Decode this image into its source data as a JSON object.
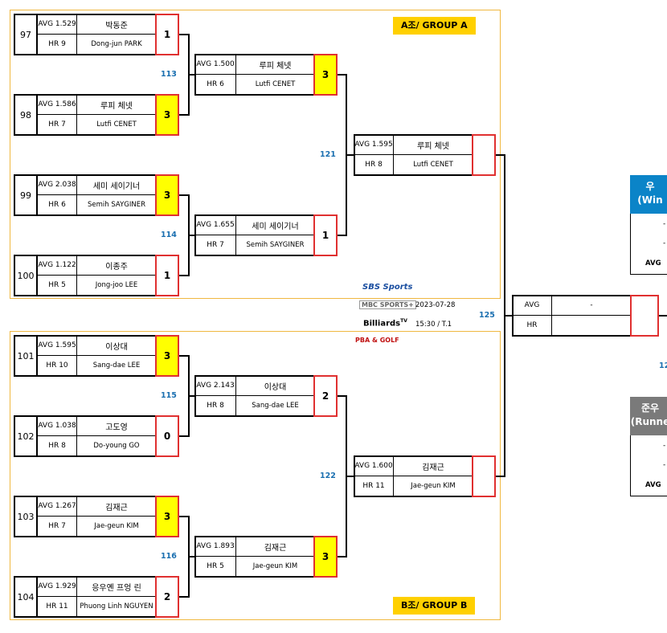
{
  "groups": {
    "a": {
      "label": "A조/ GROUP A"
    },
    "b": {
      "label": "B조/ GROUP B"
    }
  },
  "round1": [
    {
      "num": "97",
      "avg": "AVG 1.529",
      "hr": "HR 9",
      "kor": "박동준",
      "eng": "Dong-jun PARK",
      "score": "1",
      "winner": false
    },
    {
      "num": "98",
      "avg": "AVG 1.586",
      "hr": "HR 7",
      "kor": "루피 체넷",
      "eng": "Lutfi CENET",
      "score": "3",
      "winner": true
    },
    {
      "num": "99",
      "avg": "AVG 2.038",
      "hr": "HR 6",
      "kor": "세미 세이기너",
      "eng": "Semih SAYGINER",
      "score": "3",
      "winner": true
    },
    {
      "num": "100",
      "avg": "AVG 1.122",
      "hr": "HR 5",
      "kor": "이종주",
      "eng": "Jong-joo LEE",
      "score": "1",
      "winner": false
    },
    {
      "num": "101",
      "avg": "AVG 1.595",
      "hr": "HR 10",
      "kor": "이상대",
      "eng": "Sang-dae LEE",
      "score": "3",
      "winner": true
    },
    {
      "num": "102",
      "avg": "AVG 1.038",
      "hr": "HR 8",
      "kor": "고도영",
      "eng": "Do-young GO",
      "score": "0",
      "winner": false
    },
    {
      "num": "103",
      "avg": "AVG 1.267",
      "hr": "HR 7",
      "kor": "김재근",
      "eng": "Jae-geun KIM",
      "score": "3",
      "winner": true
    },
    {
      "num": "104",
      "avg": "AVG 1.929",
      "hr": "HR 11",
      "kor": "응우옌 프엉 린",
      "eng": "Phuong Linh NGUYEN",
      "score": "2",
      "winner": false
    }
  ],
  "round2": [
    {
      "match": "113",
      "avg": "AVG 1.500",
      "hr": "HR 6",
      "kor": "루피 체넷",
      "eng": "Lutfi CENET",
      "score": "3",
      "winner": true
    },
    {
      "match": "114",
      "avg": "AVG 1.655",
      "hr": "HR 7",
      "kor": "세미 세이기너",
      "eng": "Semih SAYGINER",
      "score": "1",
      "winner": false
    },
    {
      "match": "115",
      "avg": "AVG 2.143",
      "hr": "HR 8",
      "kor": "이상대",
      "eng": "Sang-dae LEE",
      "score": "2",
      "winner": false
    },
    {
      "match": "116",
      "avg": "AVG 1.893",
      "hr": "HR 5",
      "kor": "김재근",
      "eng": "Jae-geun KIM",
      "score": "3",
      "winner": true
    }
  ],
  "round3": [
    {
      "match": "121",
      "avg": "AVG 1.595",
      "hr": "HR 8",
      "kor": "루피 체넷",
      "eng": "Lutfi CENET",
      "score": ""
    },
    {
      "match": "122",
      "avg": "AVG 1.600",
      "hr": "HR 11",
      "kor": "김재근",
      "eng": "Jae-geun KIM",
      "score": ""
    }
  ],
  "final": {
    "match": "125",
    "avg_label": "AVG",
    "avg_value": "-",
    "hr_label": "HR",
    "hr_value": ""
  },
  "final_next_match": "12",
  "sponsors": {
    "sbs": "SBS Sports",
    "mbc": "MBC SPORTS+",
    "billiards": "Billiards",
    "billiards_sup": "TV",
    "pba": "PBA & GOLF",
    "date": "2023-07-28",
    "time": "15:30 / T.1"
  },
  "winner_panel": {
    "title_line1": "우",
    "title_line2": "(Win",
    "row1": "-",
    "row2": "-",
    "avg_label": "AVG"
  },
  "runnerup_panel": {
    "title_line1": "준우",
    "title_line2": "(Runne",
    "row1": "-",
    "row2": "-",
    "avg_label": "AVG"
  },
  "colors": {
    "winner_fill": "#ffff00",
    "score_border": "#e03030",
    "match_num": "#1a6fb0",
    "group_frame": "#f0b840",
    "group_label": "#ffd000",
    "winner_head": "#0b84c8",
    "runnerup_head": "#7a7a7a"
  }
}
